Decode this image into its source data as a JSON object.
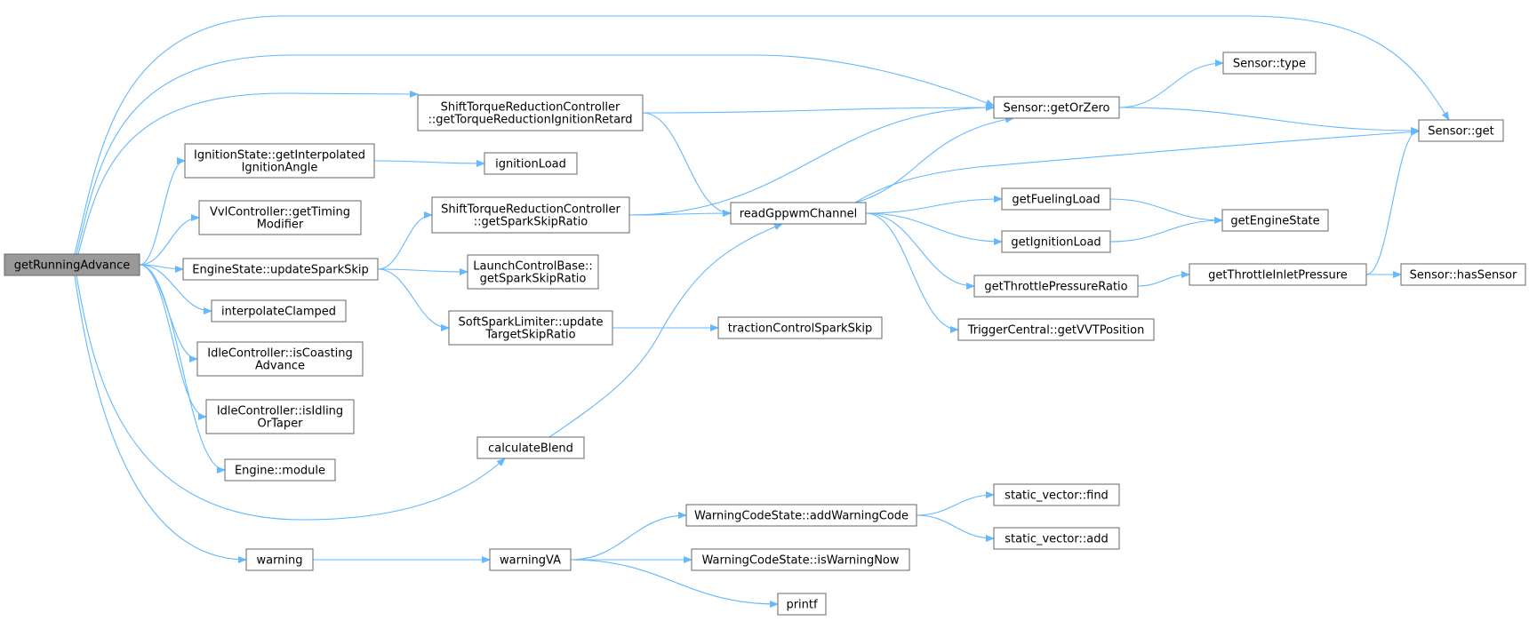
{
  "diagram": {
    "nodes": {
      "getRunningAdvance": [
        "getRunningAdvance"
      ],
      "shiftRetard": [
        "ShiftTorqueReductionController",
        "::getTorqueReductionIgnitionRetard"
      ],
      "ignitionInterp": [
        "IgnitionState::getInterpolated",
        "IgnitionAngle"
      ],
      "ignitionLoad": [
        "ignitionLoad"
      ],
      "vvlTiming": [
        "VvlController::getTiming",
        "Modifier"
      ],
      "updateSparkSkip": [
        "EngineState::updateSparkSkip"
      ],
      "shiftSkip": [
        "ShiftTorqueReductionController",
        "::getSparkSkipRatio"
      ],
      "launchSkip": [
        "LaunchControlBase::",
        "getSparkSkipRatio"
      ],
      "softSpark": [
        "SoftSparkLimiter::update",
        "TargetSkipRatio"
      ],
      "tractionSkip": [
        "tractionControlSparkSkip"
      ],
      "interpolateClamped": [
        "interpolateClamped"
      ],
      "isCoasting": [
        "IdleController::isCoasting",
        "Advance"
      ],
      "isIdling": [
        "IdleController::isIdling",
        "OrTaper"
      ],
      "engineModule": [
        "Engine::module"
      ],
      "calculateBlend": [
        "calculateBlend"
      ],
      "readGppwm": [
        "readGppwmChannel"
      ],
      "sensorGetOrZero": [
        "Sensor::getOrZero"
      ],
      "sensorType": [
        "Sensor::type"
      ],
      "sensorGet": [
        "Sensor::get"
      ],
      "getFuelingLoad": [
        "getFuelingLoad"
      ],
      "getIgnitionLoad": [
        "getIgnitionLoad"
      ],
      "getEngineState": [
        "getEngineState"
      ],
      "getThrottleRatio": [
        "getThrottlePressureRatio"
      ],
      "getThrottleInlet": [
        "getThrottleInletPressure"
      ],
      "sensorHasSensor": [
        "Sensor::hasSensor"
      ],
      "getVVT": [
        "TriggerCentral::getVVTPosition"
      ],
      "warning": [
        "warning"
      ],
      "warningVA": [
        "warningVA"
      ],
      "addWarningCode": [
        "WarningCodeState::addWarningCode"
      ],
      "isWarningNow": [
        "WarningCodeState::isWarningNow"
      ],
      "printf": [
        "printf"
      ],
      "vecFind": [
        "static_vector::find"
      ],
      "vecAdd": [
        "static_vector::add"
      ]
    },
    "edges": [
      [
        "getRunningAdvance",
        "sensorGet"
      ],
      [
        "getRunningAdvance",
        "sensorGetOrZero"
      ],
      [
        "getRunningAdvance",
        "shiftRetard"
      ],
      [
        "getRunningAdvance",
        "ignitionInterp"
      ],
      [
        "getRunningAdvance",
        "vvlTiming"
      ],
      [
        "getRunningAdvance",
        "updateSparkSkip"
      ],
      [
        "getRunningAdvance",
        "interpolateClamped"
      ],
      [
        "getRunningAdvance",
        "isCoasting"
      ],
      [
        "getRunningAdvance",
        "isIdling"
      ],
      [
        "getRunningAdvance",
        "engineModule"
      ],
      [
        "getRunningAdvance",
        "calculateBlend"
      ],
      [
        "getRunningAdvance",
        "warning"
      ],
      [
        "shiftRetard",
        "sensorGetOrZero"
      ],
      [
        "shiftRetard",
        "readGppwm"
      ],
      [
        "ignitionInterp",
        "ignitionLoad"
      ],
      [
        "updateSparkSkip",
        "shiftSkip"
      ],
      [
        "updateSparkSkip",
        "launchSkip"
      ],
      [
        "updateSparkSkip",
        "softSpark"
      ],
      [
        "shiftSkip",
        "sensorGetOrZero"
      ],
      [
        "shiftSkip",
        "readGppwm"
      ],
      [
        "softSpark",
        "tractionSkip"
      ],
      [
        "calculateBlend",
        "readGppwm"
      ],
      [
        "readGppwm",
        "sensorGetOrZero"
      ],
      [
        "readGppwm",
        "sensorGet"
      ],
      [
        "readGppwm",
        "getFuelingLoad"
      ],
      [
        "readGppwm",
        "getIgnitionLoad"
      ],
      [
        "readGppwm",
        "getThrottleRatio"
      ],
      [
        "readGppwm",
        "getVVT"
      ],
      [
        "sensorGetOrZero",
        "sensorType"
      ],
      [
        "sensorGetOrZero",
        "sensorGet"
      ],
      [
        "getFuelingLoad",
        "getEngineState"
      ],
      [
        "getIgnitionLoad",
        "getEngineState"
      ],
      [
        "getThrottleRatio",
        "getThrottleInlet"
      ],
      [
        "getThrottleInlet",
        "sensorHasSensor"
      ],
      [
        "getThrottleInlet",
        "sensorGet"
      ],
      [
        "warning",
        "warningVA"
      ],
      [
        "warningVA",
        "addWarningCode"
      ],
      [
        "warningVA",
        "isWarningNow"
      ],
      [
        "warningVA",
        "printf"
      ],
      [
        "addWarningCode",
        "vecFind"
      ],
      [
        "addWarningCode",
        "vecAdd"
      ]
    ]
  }
}
